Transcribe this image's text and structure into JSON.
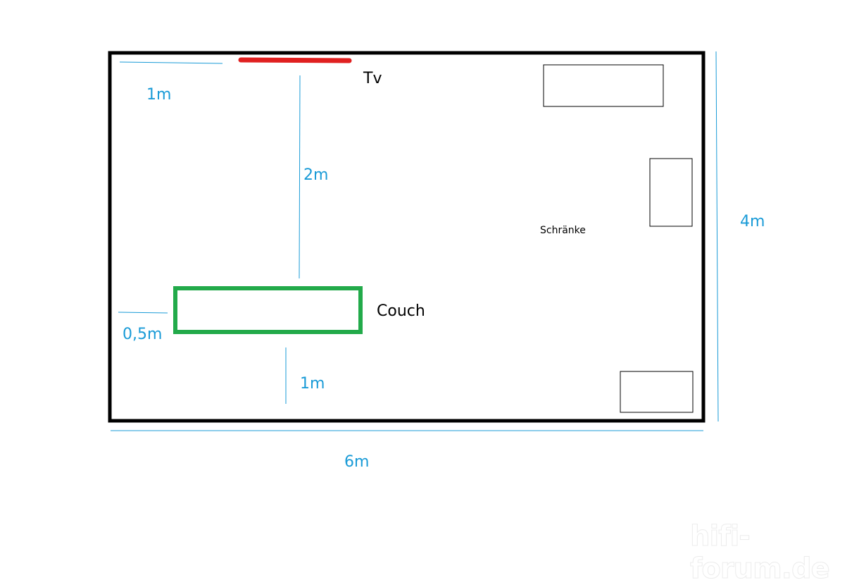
{
  "labels": {
    "tv": "Tv",
    "couch": "Couch",
    "cabinets": "Schränke",
    "tv_offset": "1m",
    "tv_to_couch": "2m",
    "couch_offset": "0,5m",
    "couch_to_wall": "1m",
    "room_depth": "4m",
    "room_width": "6m"
  },
  "watermark": "hifi-forum.de",
  "colors": {
    "dimension": "#1a9bd7",
    "tv": "#e02020",
    "couch": "#22aa4a",
    "wall": "#000000"
  }
}
